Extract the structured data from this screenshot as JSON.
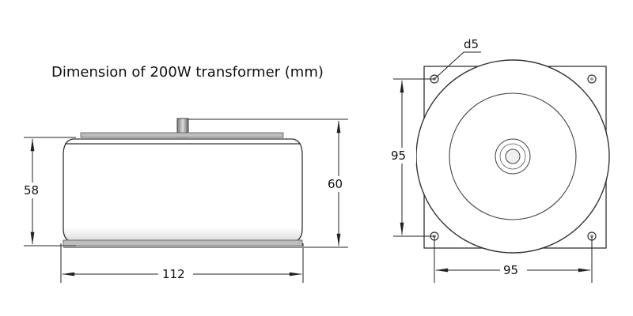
{
  "title": "Dimension of 200W transformer (mm)",
  "side_view": {
    "height_body": "58",
    "height_total": "60",
    "width": "112"
  },
  "top_view": {
    "hole_diameter": "d5",
    "hole_spacing_vertical": "95",
    "hole_spacing_horizontal": "95"
  },
  "colors": {
    "line": "#222222",
    "body_shadow": "#cfcfcf",
    "background": "#ffffff"
  }
}
